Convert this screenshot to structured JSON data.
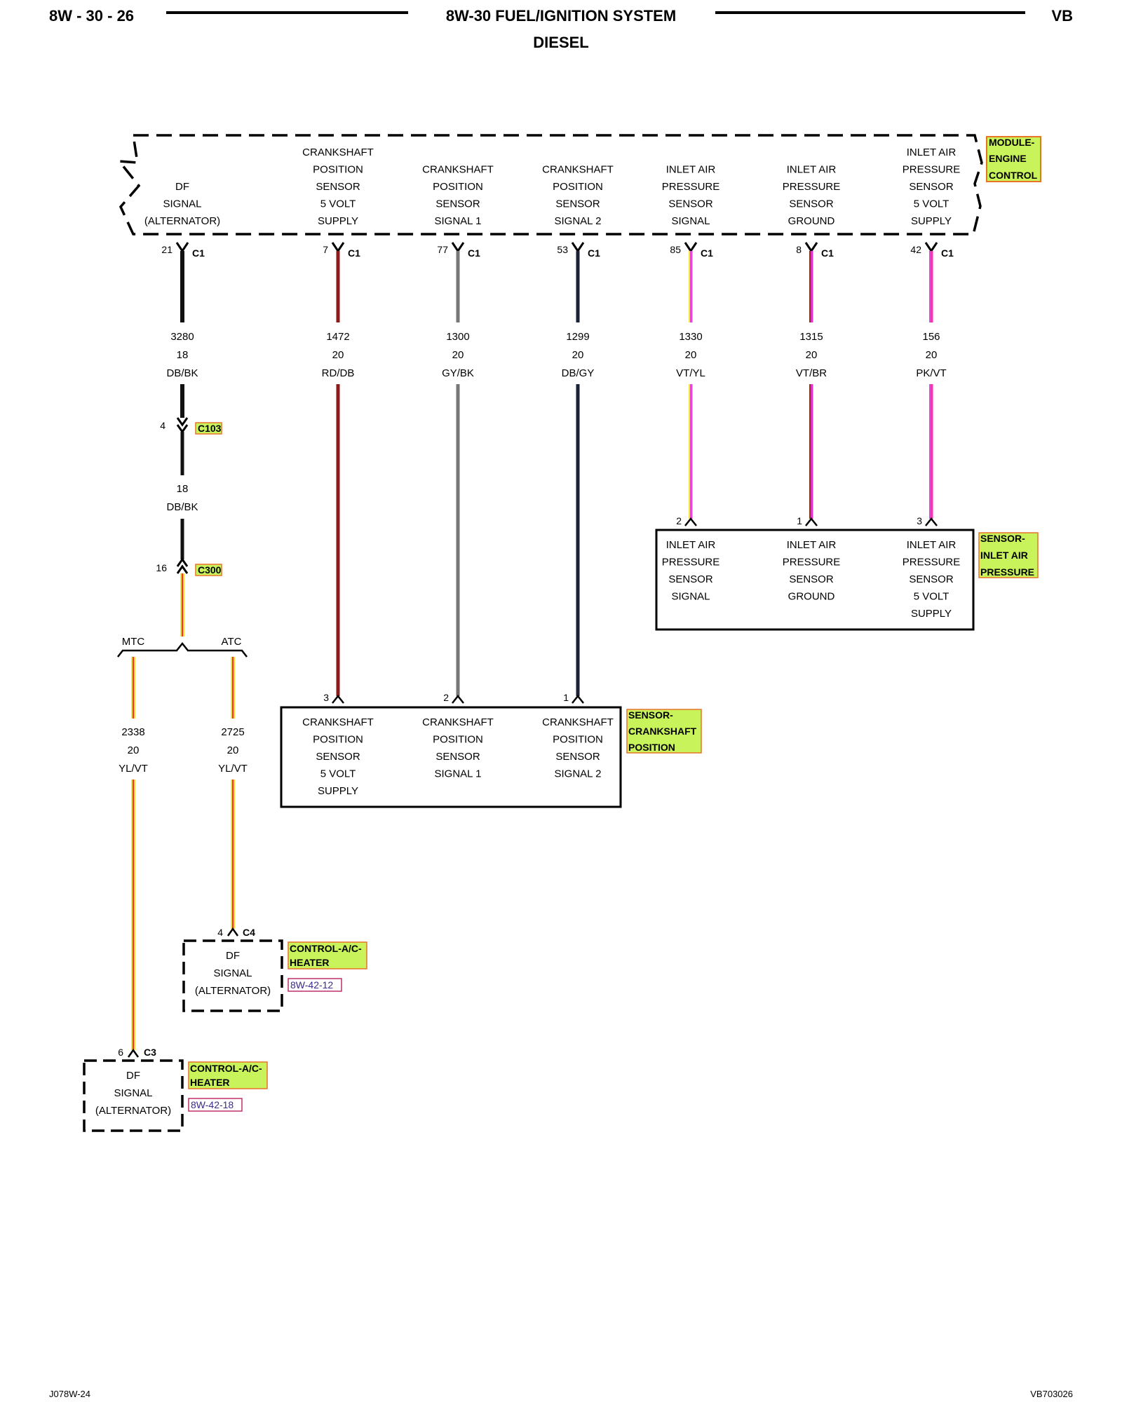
{
  "header": {
    "page_number": "8W - 30 - 26",
    "title": "8W-30 FUEL/IGNITION SYSTEM",
    "subtitle": "DIESEL",
    "model": "VB"
  },
  "footer": {
    "left": "J078W-24",
    "right": "VB703026"
  },
  "ecm": {
    "tag": [
      "MODULE-",
      "ENGINE",
      "CONTROL"
    ],
    "pins": [
      {
        "lines": [
          "DF",
          "SIGNAL",
          "(ALTERNATOR)"
        ],
        "pin": "21",
        "conn": "C1",
        "circuit": "3280",
        "gauge": "18",
        "color_code": "DB/BK",
        "wire_color": "#111111",
        "stripe": ""
      },
      {
        "lines": [
          "CRANKSHAFT",
          "POSITION",
          "SENSOR",
          "5 VOLT",
          "SUPPLY"
        ],
        "pin": "7",
        "conn": "C1",
        "circuit": "1472",
        "gauge": "20",
        "color_code": "RD/DB",
        "wire_color": "#8b1a1a",
        "stripe": ""
      },
      {
        "lines": [
          "CRANKSHAFT",
          "POSITION",
          "SENSOR",
          "SIGNAL 1"
        ],
        "pin": "77",
        "conn": "C1",
        "circuit": "1300",
        "gauge": "20",
        "color_code": "GY/BK",
        "wire_color": "#777777",
        "stripe": ""
      },
      {
        "lines": [
          "CRANKSHAFT",
          "POSITION",
          "SENSOR",
          "SIGNAL 2"
        ],
        "pin": "53",
        "conn": "C1",
        "circuit": "1299",
        "gauge": "20",
        "color_code": "DB/GY",
        "wire_color": "#1b2238",
        "stripe": ""
      },
      {
        "lines": [
          "INLET AIR",
          "PRESSURE",
          "SENSOR",
          "SIGNAL"
        ],
        "pin": "85",
        "conn": "C1",
        "circuit": "1330",
        "gauge": "20",
        "color_code": "VT/YL",
        "wire_color": "#e04ad0",
        "stripe": "#f2e640"
      },
      {
        "lines": [
          "INLET AIR",
          "PRESSURE",
          "SENSOR",
          "GROUND"
        ],
        "pin": "8",
        "conn": "C1",
        "circuit": "1315",
        "gauge": "20",
        "color_code": "VT/BR",
        "wire_color": "#e033c8",
        "stripe": "#7a3b1a"
      },
      {
        "lines": [
          "INLET AIR",
          "PRESSURE",
          "SENSOR",
          "5 VOLT",
          "SUPPLY"
        ],
        "pin": "42",
        "conn": "C1",
        "circuit": "156",
        "gauge": "20",
        "color_code": "PK/VT",
        "wire_color": "#ff2fb4",
        "stripe": "#e64ad8"
      }
    ]
  },
  "c103": {
    "pin": "4",
    "name": "C103",
    "gauge": "18",
    "color_code": "DB/BK"
  },
  "c300": {
    "pin": "16",
    "name": "C300"
  },
  "splice": {
    "left": "MTC",
    "right": "ATC"
  },
  "mtc_wire": {
    "circuit": "2338",
    "gauge": "20",
    "color_code": "YL/VT"
  },
  "atc_wire": {
    "circuit": "2725",
    "gauge": "20",
    "color_code": "YL/VT"
  },
  "iap_sensor": {
    "tag": [
      "SENSOR-",
      "INLET AIR",
      "PRESSURE"
    ],
    "pins": [
      {
        "pin": "2",
        "lines": [
          "INLET AIR",
          "PRESSURE",
          "SENSOR",
          "SIGNAL"
        ]
      },
      {
        "pin": "1",
        "lines": [
          "INLET AIR",
          "PRESSURE",
          "SENSOR",
          "GROUND"
        ]
      },
      {
        "pin": "3",
        "lines": [
          "INLET AIR",
          "PRESSURE",
          "SENSOR",
          "5 VOLT",
          "SUPPLY"
        ]
      }
    ]
  },
  "ckp_sensor": {
    "tag": [
      "SENSOR-",
      "CRANKSHAFT",
      "POSITION"
    ],
    "pins": [
      {
        "pin": "3",
        "lines": [
          "CRANKSHAFT",
          "POSITION",
          "SENSOR",
          "5 VOLT",
          "SUPPLY"
        ]
      },
      {
        "pin": "2",
        "lines": [
          "CRANKSHAFT",
          "POSITION",
          "SENSOR",
          "SIGNAL 1"
        ]
      },
      {
        "pin": "1",
        "lines": [
          "CRANKSHAFT",
          "POSITION",
          "SENSOR",
          "SIGNAL 2"
        ]
      }
    ]
  },
  "hvac_c4": {
    "pin": "4",
    "conn": "C4",
    "lines": [
      "DF",
      "SIGNAL",
      "(ALTERNATOR)"
    ],
    "tag": [
      "CONTROL-A/C-",
      "HEATER"
    ],
    "ref": "8W-42-12"
  },
  "hvac_c3": {
    "pin": "6",
    "conn": "C3",
    "lines": [
      "DF",
      "SIGNAL",
      "(ALTERNATOR)"
    ],
    "tag": [
      "CONTROL-A/C-",
      "HEATER"
    ],
    "ref": "8W-42-18"
  },
  "colors": {
    "tag_fill": "#c8f35a",
    "tag_border": "#e8742a",
    "ref_border": "#c0306a",
    "yl_vt_base": "#f5e23a",
    "yl_vt_stripe": "#ff2e2e"
  }
}
